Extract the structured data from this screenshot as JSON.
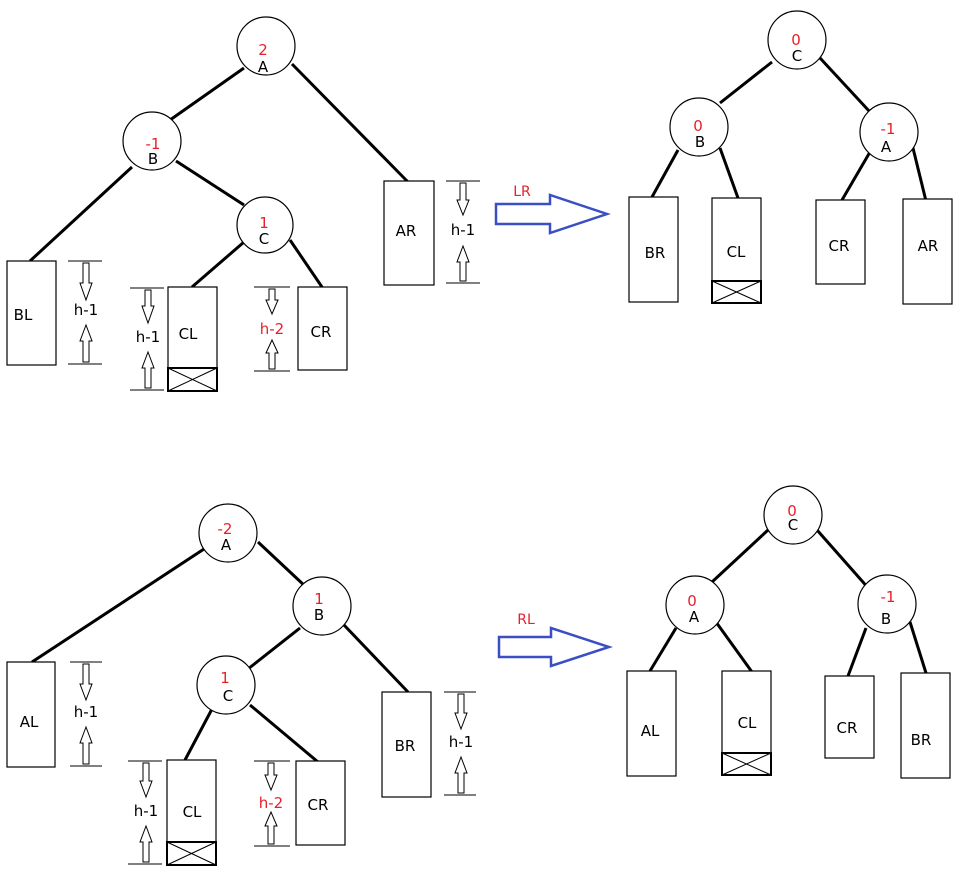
{
  "diagram": {
    "top": {
      "before": {
        "nodes": [
          {
            "id": "A",
            "letter": "A",
            "balance": "2"
          },
          {
            "id": "B",
            "letter": "B",
            "balance": "-1"
          },
          {
            "id": "C",
            "letter": "C",
            "balance": "1"
          }
        ],
        "subtrees": [
          {
            "id": "BL",
            "label": "BL"
          },
          {
            "id": "CL",
            "label": "CL",
            "crossed": true
          },
          {
            "id": "CR",
            "label": "CR"
          },
          {
            "id": "AR",
            "label": "AR"
          }
        ],
        "heights": [
          {
            "id": "BL",
            "label": "h-1",
            "color": "#000000"
          },
          {
            "id": "CL",
            "label": "h-1",
            "color": "#000000"
          },
          {
            "id": "CR",
            "label": "h-2",
            "color": "#e8202a"
          },
          {
            "id": "AR",
            "label": "h-1",
            "color": "#000000"
          }
        ]
      },
      "rotation": {
        "label": "LR",
        "color": "#3b4fc4",
        "label_color": "#e8202a"
      },
      "after": {
        "nodes": [
          {
            "id": "C",
            "letter": "C",
            "balance": "0"
          },
          {
            "id": "B",
            "letter": "B",
            "balance": "0"
          },
          {
            "id": "A",
            "letter": "A",
            "balance": "-1"
          }
        ],
        "subtrees": [
          {
            "id": "BR",
            "label": "BR"
          },
          {
            "id": "CL",
            "label": "CL",
            "crossed": true
          },
          {
            "id": "CR",
            "label": "CR"
          },
          {
            "id": "AR",
            "label": "AR"
          }
        ]
      }
    },
    "bottom": {
      "before": {
        "nodes": [
          {
            "id": "A",
            "letter": "A",
            "balance": "-2"
          },
          {
            "id": "B",
            "letter": "B",
            "balance": "1"
          },
          {
            "id": "C",
            "letter": "C",
            "balance": "1"
          }
        ],
        "subtrees": [
          {
            "id": "AL",
            "label": "AL"
          },
          {
            "id": "CL",
            "label": "CL",
            "crossed": true
          },
          {
            "id": "CR",
            "label": "CR"
          },
          {
            "id": "BR",
            "label": "BR"
          }
        ],
        "heights": [
          {
            "id": "AL",
            "label": "h-1",
            "color": "#000000"
          },
          {
            "id": "CL",
            "label": "h-1",
            "color": "#000000"
          },
          {
            "id": "CR",
            "label": "h-2",
            "color": "#e8202a"
          },
          {
            "id": "BR",
            "label": "h-1",
            "color": "#000000"
          }
        ]
      },
      "rotation": {
        "label": "RL",
        "color": "#3b4fc4",
        "label_color": "#e8202a"
      },
      "after": {
        "nodes": [
          {
            "id": "C",
            "letter": "C",
            "balance": "0"
          },
          {
            "id": "A",
            "letter": "A",
            "balance": "0"
          },
          {
            "id": "B",
            "letter": "B",
            "balance": "-1"
          }
        ],
        "subtrees": [
          {
            "id": "AL",
            "label": "AL"
          },
          {
            "id": "CL",
            "label": "CL",
            "crossed": true
          },
          {
            "id": "CR",
            "label": "CR"
          },
          {
            "id": "BR",
            "label": "BR"
          }
        ]
      }
    }
  }
}
